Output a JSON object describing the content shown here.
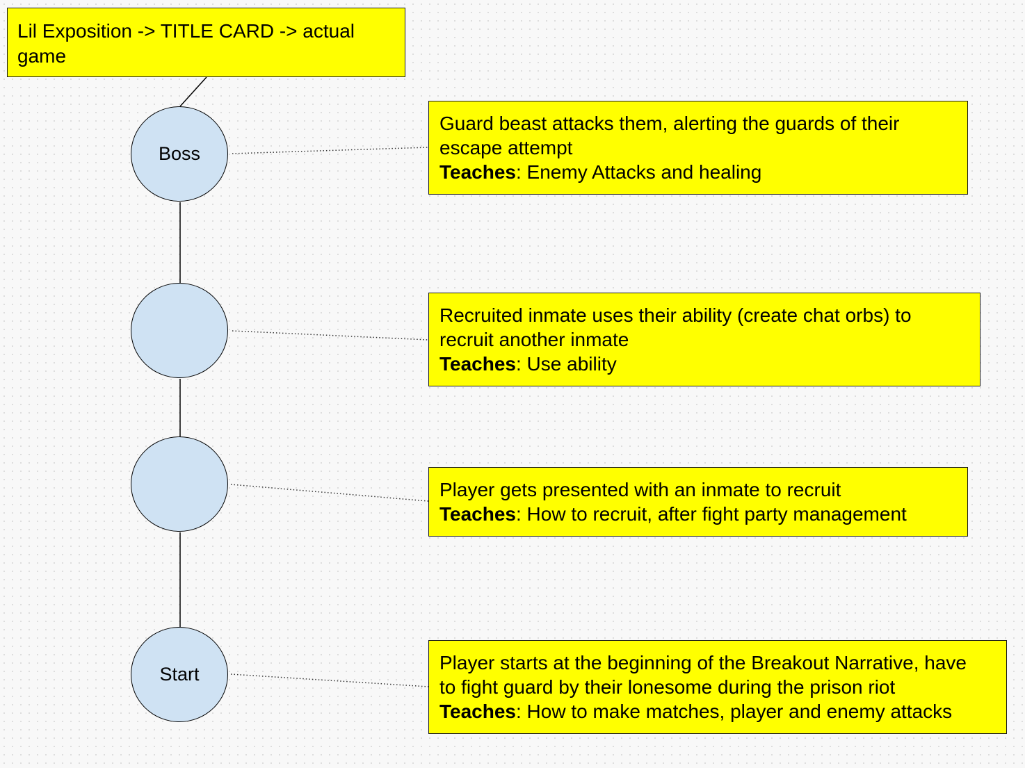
{
  "title_note": {
    "lines": [
      "Lil Exposition -> TITLE CARD -> actual",
      "game"
    ]
  },
  "nodes": [
    {
      "label": "Boss"
    },
    {
      "label": ""
    },
    {
      "label": ""
    },
    {
      "label": "Start"
    }
  ],
  "notes": [
    {
      "lines": [
        "Guard beast attacks them, alerting the guards of their",
        "escape attempt"
      ],
      "teaches_label": "Teaches",
      "teaches_text": ": Enemy Attacks and healing"
    },
    {
      "lines": [
        "Recruited inmate uses their ability (create chat orbs) to",
        "recruit another inmate"
      ],
      "teaches_label": "Teaches",
      "teaches_text": ": Use ability"
    },
    {
      "lines": [
        "Player gets presented with an inmate to recruit"
      ],
      "teaches_label": "Teaches",
      "teaches_text": ": How to recruit, after fight party management"
    },
    {
      "lines": [
        "Player starts at the beginning of the Breakout Narrative, have",
        "to fight guard by their lonesome during the prison riot"
      ],
      "teaches_label": "Teaches",
      "teaches_text": ": How to make matches, player and enemy attacks"
    }
  ],
  "colors": {
    "note_fill": "#ffff00",
    "node_fill": "#cfe2f3",
    "stroke": "#000000"
  }
}
